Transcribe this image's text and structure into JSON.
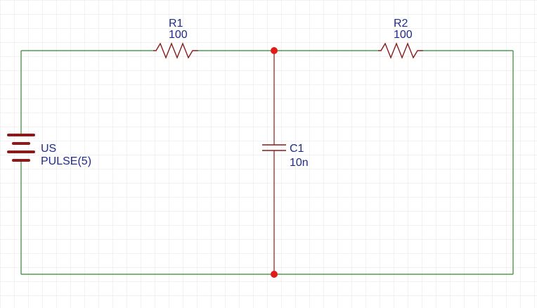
{
  "schematic": {
    "components": {
      "r1": {
        "ref": "R1",
        "value": "100"
      },
      "r2": {
        "ref": "R2",
        "value": "100"
      },
      "c1": {
        "ref": "C1",
        "value": "10n"
      },
      "us": {
        "ref": "US",
        "value": "PULSE(5)"
      }
    },
    "colors": {
      "wire": "#2e8b2e",
      "component": "#8b1a1a",
      "junction": "#e11a1a",
      "label": "#1f2a8a",
      "grid": "#e6e6e6"
    }
  }
}
